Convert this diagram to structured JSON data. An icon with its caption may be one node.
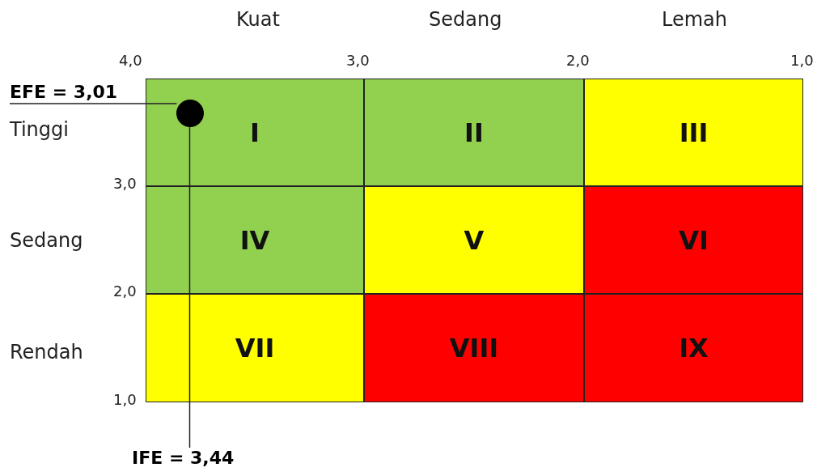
{
  "diagram": {
    "nodes": [
      {
        "text": [
          "I"
        ]
      },
      {
        "text": [
          "II"
        ]
      },
      {
        "text": [
          "III"
        ]
      },
      {
        "text": [
          "IV"
        ]
      },
      {
        "text": [
          "V"
        ]
      },
      {
        "text": [
          "VI"
        ]
      },
      {
        "text": [
          "VII"
        ]
      },
      {
        "text": [
          "VIII"
        ]
      },
      {
        "text": [
          "IX"
        ]
      },
      {
        "text": [
          "EFE = 3,01"
        ]
      },
      {
        "text": [
          "IFE = 3,44"
        ]
      },
      {
        "text": [],
        "shape": "circle",
        "in": 0
      }
    ],
    "edges": [
      {
        "from": 9,
        "to": 11,
        "arrow": "none"
      },
      {
        "from": 10,
        "to": 11,
        "arrow": "none"
      }
    ],
    "labels": [
      "Kuat",
      "Sedang",
      "Lemah",
      "4,0",
      "3,0",
      "2,0",
      "1,0",
      "Tinggi",
      "3,0",
      "Sedang",
      "2,0",
      "Rendah",
      "1,0"
    ]
  }
}
